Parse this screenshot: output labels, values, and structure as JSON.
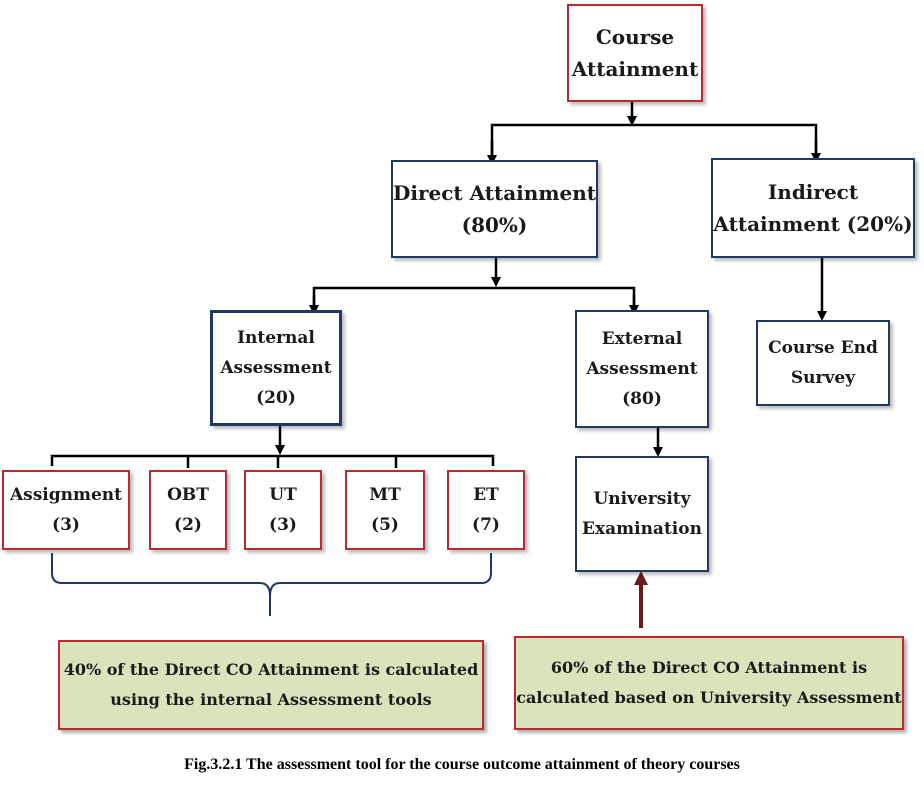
{
  "nodes": {
    "course_attainment": [
      "Course",
      "Attainment"
    ],
    "direct_attainment": [
      "Direct Attainment",
      "(80%)"
    ],
    "indirect_attainment": [
      "Indirect",
      "Attainment (20%)"
    ],
    "internal_assessment": [
      "Internal",
      "Assessment",
      "(20)"
    ],
    "external_assessment": [
      "External",
      "Assessment",
      "(80)"
    ],
    "course_end_survey": [
      "Course End",
      "Survey"
    ],
    "assignment": [
      "Assignment",
      "(3)"
    ],
    "obt": [
      "OBT",
      "(2)"
    ],
    "ut": [
      "UT",
      "(3)"
    ],
    "mt": [
      "MT",
      "(5)"
    ],
    "et": [
      "ET",
      "(7)"
    ],
    "university_examination": [
      "University",
      "Examination"
    ]
  },
  "notes": {
    "internal": [
      "40% of the Direct CO Attainment is calculated",
      "using the internal Assessment tools"
    ],
    "external": [
      "60% of the Direct CO Attainment is",
      "calculated based on University Assessment"
    ]
  },
  "caption": "Fig.3.2.1 The assessment tool for the course outcome attainment of theory courses",
  "colors": {
    "red_border": "#c0282d",
    "blue_border": "#1f3864",
    "note_fill": "#d8e4bc",
    "pointer_arrow": "#6b1a1a"
  }
}
